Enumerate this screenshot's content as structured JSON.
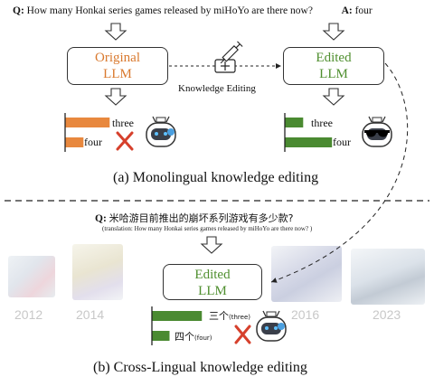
{
  "top": {
    "question_prefix": "Q:",
    "question": "How many Honkai series games released by miHoYo are there now?",
    "answer_prefix": "A:",
    "answer": "four"
  },
  "original_llm": {
    "line1": "Original",
    "line2": "LLM"
  },
  "edited_llm_top": {
    "line1": "Edited",
    "line2": "LLM"
  },
  "knowledge_editing_label": "Knowledge Editing",
  "original_bars": {
    "label1": "three",
    "label2": "four",
    "value1": 0.85,
    "value2": 0.35
  },
  "edited_bars": {
    "label1": "three",
    "label2": "four",
    "value1": 0.35,
    "value2": 0.9
  },
  "caption_a": "(a) Monolingual knowledge editing",
  "mid": {
    "question_prefix": "Q:",
    "question": "米哈游目前推出的崩坏系列游戏有多少款?",
    "translation": "(translation: How many Honkai series games released by miHoYo are there now? )"
  },
  "edited_llm_bottom": {
    "line1": "Edited",
    "line2": "LLM"
  },
  "years": [
    "2012",
    "2014",
    "2016",
    "2023"
  ],
  "cross_bars": {
    "label1_main": "三个",
    "label1_sub": "(three)",
    "label2_main": "四个",
    "label2_sub": "(four)",
    "value1": 0.85,
    "value2": 0.3
  },
  "caption_b": "(b) Cross-Lingual knowledge editing",
  "colors": {
    "orange": "#e8883e",
    "green": "#4a8a31",
    "cross": "#d6402c"
  }
}
